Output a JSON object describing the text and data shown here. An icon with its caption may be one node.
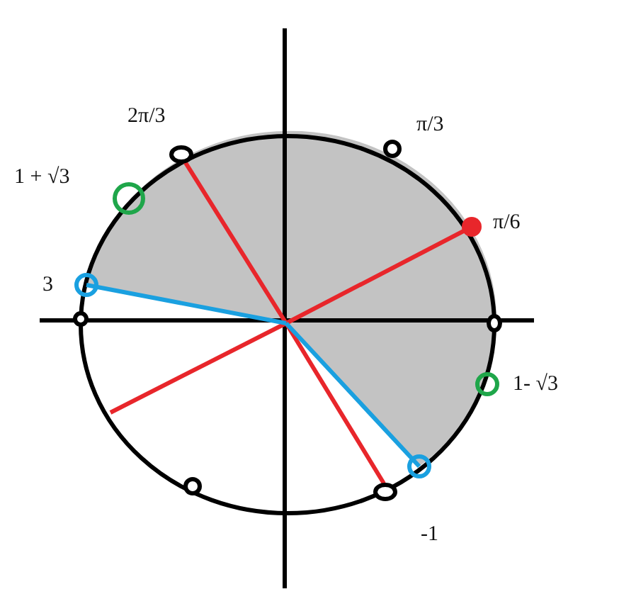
{
  "diagram": {
    "labels": [
      "2π/3",
      "π/3",
      "1 + √3",
      "π/6",
      "3",
      "1- √3",
      "-1"
    ]
  }
}
